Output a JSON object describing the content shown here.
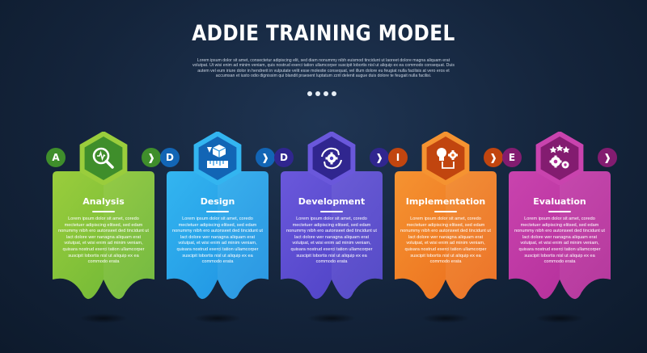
{
  "title": "ADDIE TRAINING MODEL",
  "subtitle": "Lorem ipsum dolor sit amet, consectetur adipiscing elit, sed diam nonummy nibh euismod tincidunt ut laoreet dolore magna aliquam erat volutpat. Ut wisi enim ad minim veniam, quis nostrud exerci tation ullamcorper suscipit lobortis nisl ut aliquip ex ea commodo consequat. Duis autem vel eum iriure dolor in hendrerit in vulputate velit esse molestie consequat, vel illum dolore eu feugiat nulla facilisis at vero eros et accumsan et iusto odio dignissim qui blandit praesent luptatum zzril delenit augue duis dolore te feugait nulla facilisi.",
  "pagination_dots": 4,
  "steps": [
    {
      "letter": "A",
      "arrow": "❱",
      "title": "Analysis",
      "icon": "magnifier-chart-icon",
      "color": "#6ab536",
      "color_light": "#9acd3c",
      "color_dark": "#3f8e2b",
      "body": "Lorem ipsum dolor sit amet, coredo mectetuer adipiscing elitsed, sed edam nonummy nibh ero autonseet ded tincidunt ut lact dolore wer nanagna aliquam erat volutpat, et wisi enim ad minim veniam, quisara nostrud exerci tation ullamcorper suscipit lobortis nisl ut aliquip ex ea commodo erata"
    },
    {
      "letter": "D",
      "arrow": "❱",
      "title": "Design",
      "icon": "design-cube-ruler-icon",
      "color": "#1d8fe0",
      "color_light": "#33b5f0",
      "color_dark": "#1265b5",
      "body": "Lorem ipsum dolor sit amet, coredo mectetuer adipiscing elitsed, sed edam nonummy nibh ero autonseet ded tincidunt ut lact dolore wer nanagna aliquam erat volutpat, et wisi enim ad minim veniam, quisara nostrud exerci tation ullamcorper suscipit lobortis nisl ut aliquip ex ea commodo erata"
    },
    {
      "letter": "D",
      "arrow": "❱",
      "title": "Development",
      "icon": "gear-cycle-icon",
      "color": "#4a3fc2",
      "color_light": "#6a58db",
      "color_dark": "#30268f",
      "body": "Lorem ipsum dolor sit amet, coredo mectetuer adipiscing elitsed, sed edam nonummy nibh ero autonseet ded tincidunt ut lact dolore wer nanagna aliquam erat volutpat, et wisi enim ad minim veniam, quisara nostrud exerci tation ullamcorper suscipit lobortis nisl ut aliquip ex ea commodo erata"
    },
    {
      "letter": "I",
      "arrow": "❱",
      "title": "Implementation",
      "icon": "bulb-gear-icon",
      "color": "#ea6a1b",
      "color_light": "#f59331",
      "color_dark": "#c1450f",
      "body": "Lorem ipsum dolor sit amet, coredo mectetuer adipiscing elitsed, sed edam nonummy nibh ero autonseet ded tincidunt ut lact dolore wer nanagna aliquam erat volutpat, et wisi enim ad minim veniam, quisara nostrud exerci tation ullamcorper suscipit lobortis nisl ut aliquip ex ea commodo erata"
    },
    {
      "letter": "E",
      "arrow": "❱",
      "title": "Evaluation",
      "icon": "stars-gears-icon",
      "color": "#b02c97",
      "color_light": "#c943ae",
      "color_dark": "#831c70",
      "body": "Lorem ipsum dolor sit amet, coredo mectetuer adipiscing elitsed, sed edam nonummy nibh ero autonseet ded tincidunt ut lact dolore wer nanagna aliquam erat volutpat, et wisi enim ad minim veniam, quisara nostrud exerci tation ullamcorper suscipit lobortis nisl ut aliquip ex ea commodo erata"
    }
  ]
}
